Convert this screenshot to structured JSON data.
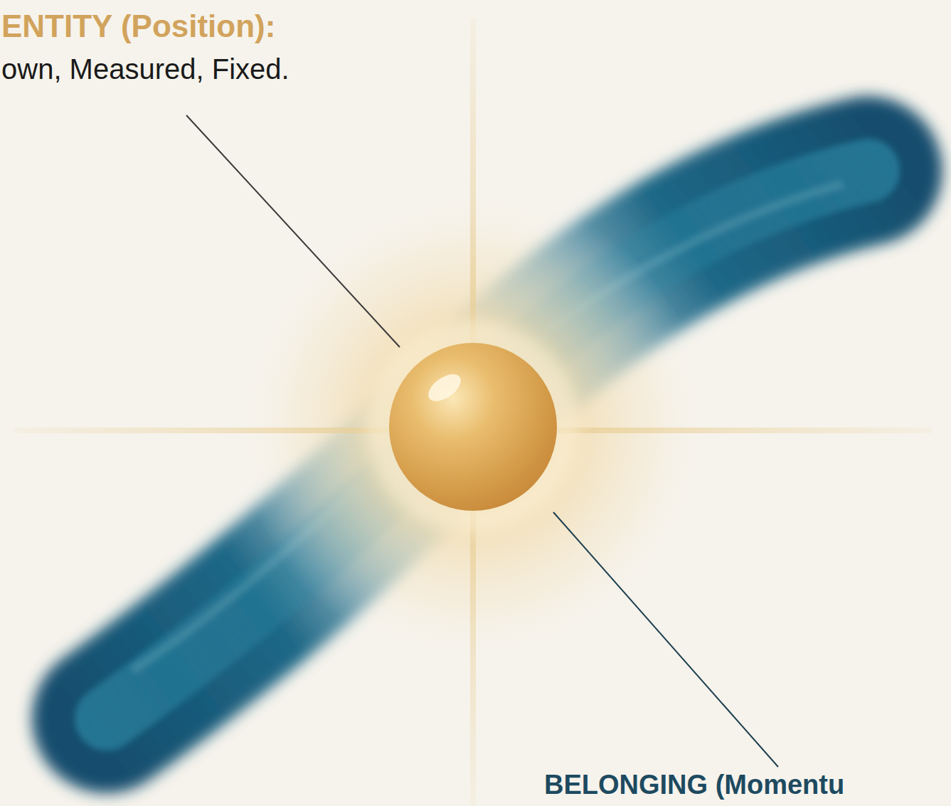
{
  "diagram": {
    "labels": [
      "ENTITY (Position):",
      "own, Measured, Fixed.",
      "BELONGING (Momentu"
    ]
  }
}
